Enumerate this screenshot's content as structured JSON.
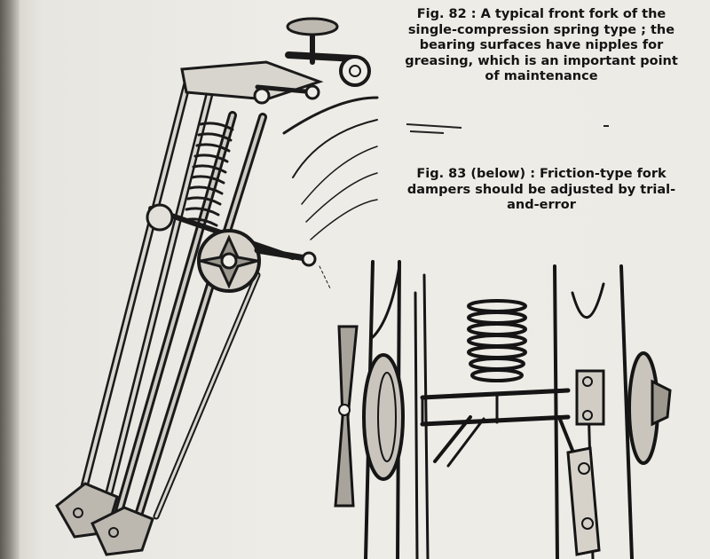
{
  "figures": {
    "fig82": {
      "caption_lines": [
        "Fig. 82 :  A typical front fork of the",
        "single-compression spring type ;  the",
        "bearing surfaces have nipples for",
        "greasing, which is an important point",
        "of maintenance"
      ]
    },
    "fig83": {
      "caption_lines": [
        "Fig. 83 (below) :  Friction-type fork",
        "dampers should be adjusted by trial-",
        "and-error"
      ]
    }
  }
}
